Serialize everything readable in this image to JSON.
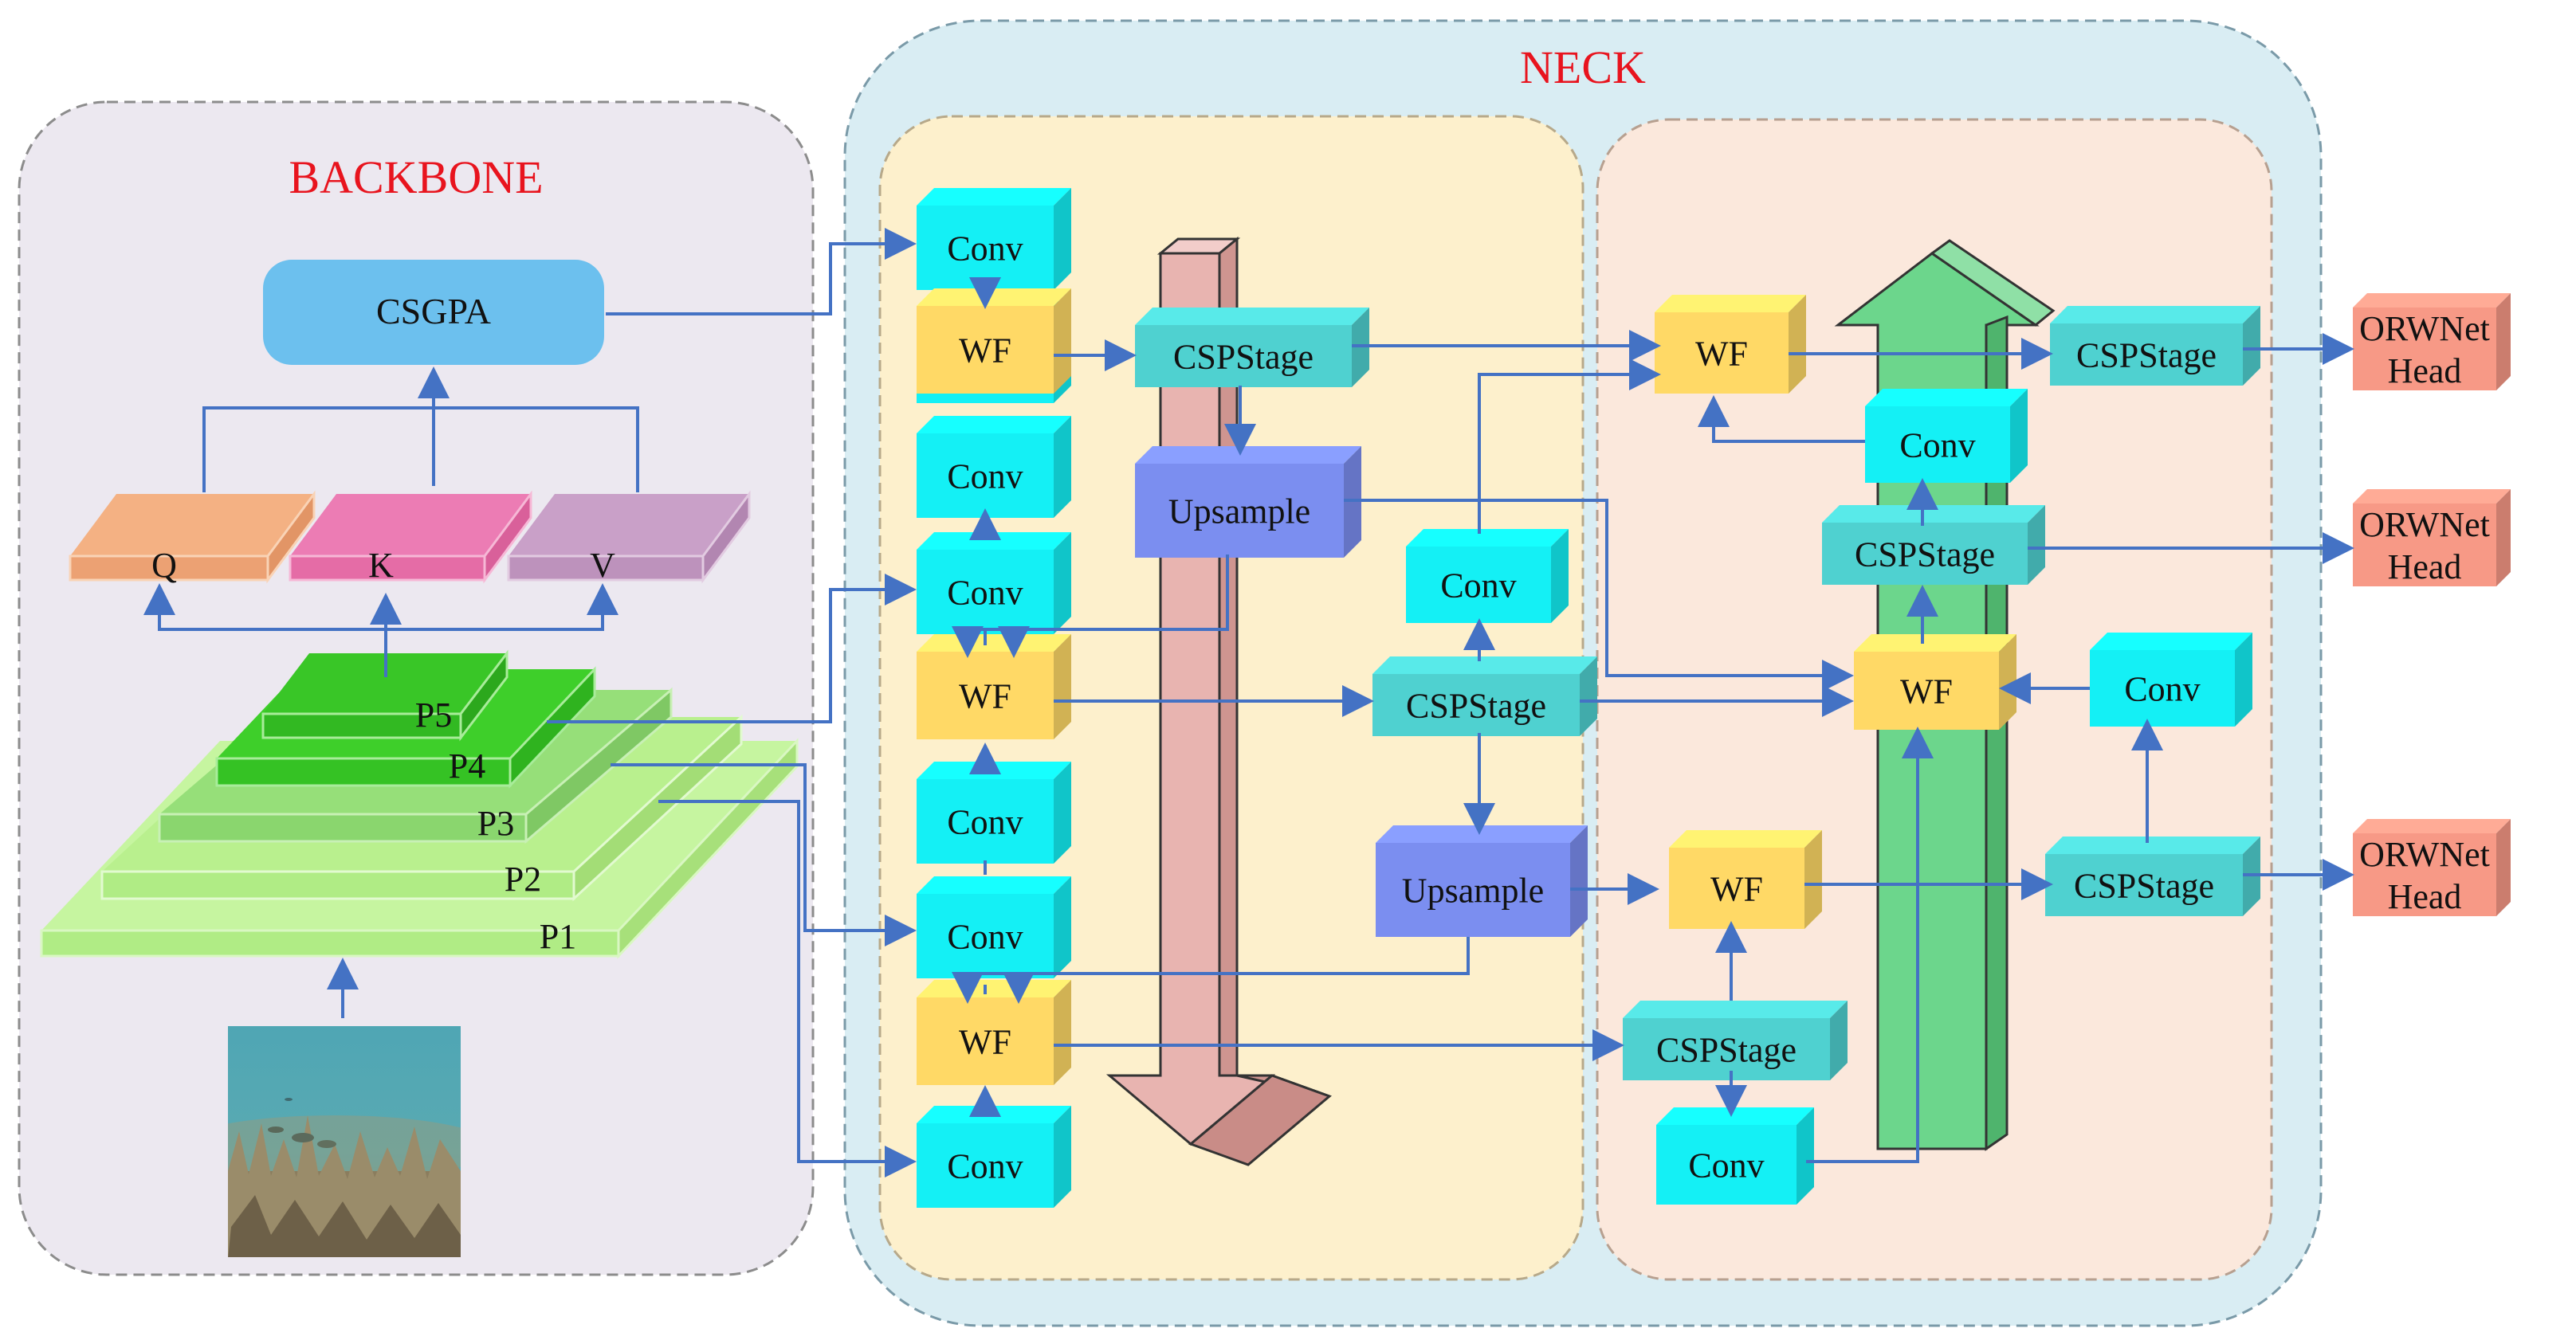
{
  "sections": {
    "backbone": "BACKBONE",
    "neck": "NECK"
  },
  "backbone": {
    "csgpa": "CSGPA",
    "q": "Q",
    "k": "K",
    "v": "V",
    "levels": [
      "P5",
      "P4",
      "P3",
      "P2",
      "P1"
    ]
  },
  "blocks": {
    "conv": "Conv",
    "wf": "WF",
    "csp": "CSPStage",
    "upsample": "Upsample"
  },
  "head": {
    "line1": "ORWNet",
    "line2": "Head"
  },
  "colors": {
    "backbone_bg": "#ece8f0",
    "neck_bg": "#d9edf3",
    "neck_left_bg": "#fdf0cc",
    "neck_right_bg": "#fbe8dc",
    "conv": "#14f0f5",
    "wf": "#ffd966",
    "csp": "#4fd1d0",
    "upsample": "#7b8ef0",
    "head": "#f79986",
    "csgpa": "#6cc0ee",
    "q": "#f4b183",
    "k": "#ec7cb4",
    "v": "#c9a0c8",
    "arrow": "#4472c4",
    "title_red": "#e8141e",
    "down_arrow": "#e8b4b0",
    "up_arrow": "#6cd68c"
  }
}
